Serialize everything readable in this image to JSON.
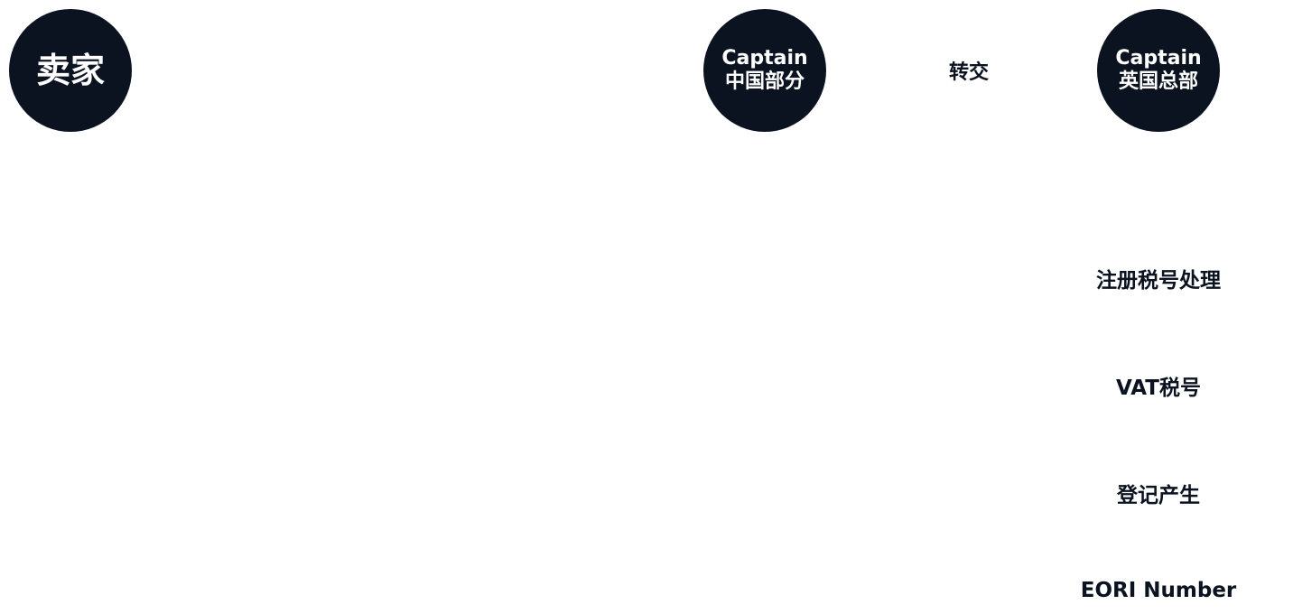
{
  "colors": {
    "node_fill": "#0b1220",
    "node_text": "#ffffff",
    "label_text": "#0b1220"
  },
  "nodes": {
    "seller": {
      "label": "卖家"
    },
    "captain_cn": {
      "line1": "Captain",
      "line2": "中国部分"
    },
    "captain_uk": {
      "line1": "Captain",
      "line2": "英国总部"
    }
  },
  "edge_labels": {
    "transfer": "转交"
  },
  "steps": [
    {
      "label": "注册税号处理"
    },
    {
      "label": "VAT税号"
    },
    {
      "label": "登记产生"
    },
    {
      "label": "EORI Number"
    }
  ]
}
